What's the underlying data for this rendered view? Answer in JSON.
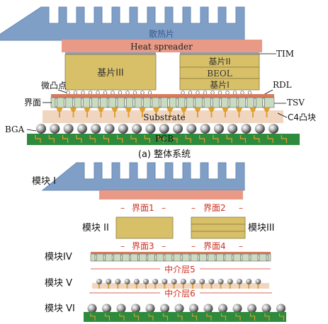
{
  "panel_a": {
    "heatsink_label": "散热片",
    "heat_spreader_label": "Heat spreader",
    "tim_label": "TIM",
    "substrate3_label": "基片III",
    "substrate2_label": "基片II",
    "beol_label": "BEOL",
    "substrate1_label": "基片I",
    "microbump_label": "微凸点",
    "rdl_label": "RDL",
    "interface_label": "界面",
    "tsv_label": "TSV",
    "substrate_label": "Substrate",
    "c4_label": "C4凸块",
    "bga_label": "BGA",
    "pcb_label": "PCB",
    "caption": "(a)  整体系统"
  },
  "panel_b": {
    "module1_label": "模块 I",
    "module2_label": "模块 II",
    "module3_label": "模块III",
    "module4_label": "模块IV",
    "module5_label": "模块 V",
    "module6_label": "模块 VI",
    "interface1": "界面1",
    "interface2": "界面2",
    "interface3": "界面3",
    "interface4": "界面4",
    "interposer5": "中介层5",
    "interposer6": "中介层6"
  },
  "colors": {
    "heatsink": "#7f9fc7",
    "spreader": "#e89a86",
    "die": "#d8c068",
    "interposer": "#c9dcc0",
    "rdl": "#d87a5e",
    "substrate": "#f0d6c0",
    "pcb": "#2e8b3d",
    "trace": "#e0a030",
    "label_red": "#d03020"
  }
}
